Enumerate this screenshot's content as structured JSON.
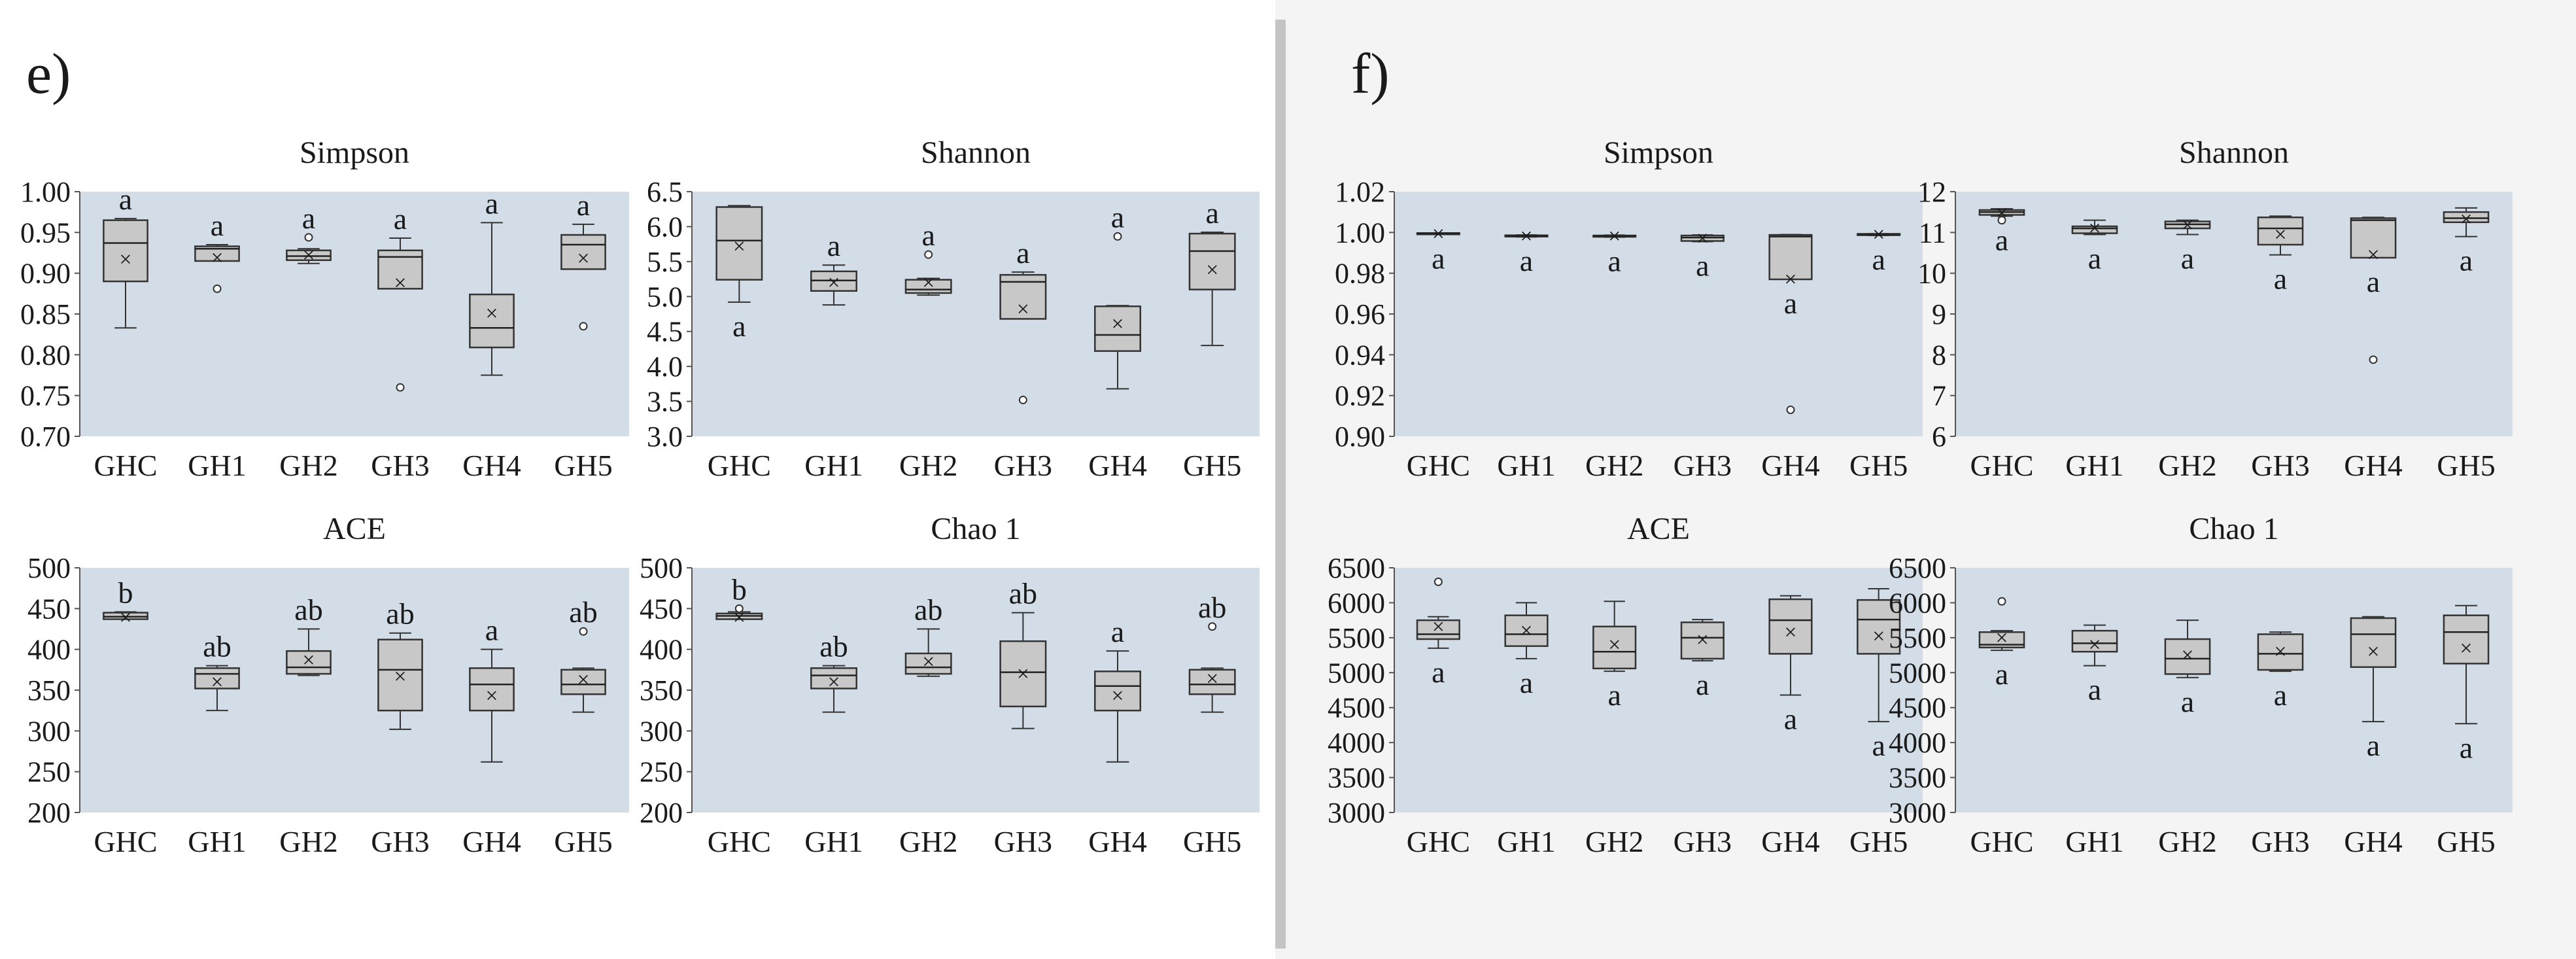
{
  "panels": [
    {
      "label": "e)"
    },
    {
      "label": "f)"
    }
  ],
  "style": {
    "plot_background": "#d3dde7",
    "box_fill": "#c8c8c8",
    "line_color": "#333333"
  },
  "chart_data": [
    {
      "type": "box",
      "panel": "e)",
      "title": "Simpson",
      "categories": [
        "GHC",
        "GH1",
        "GH2",
        "GH3",
        "GH4",
        "GH5"
      ],
      "ylim": [
        0.7,
        1.0
      ],
      "yticks": [
        0.7,
        0.75,
        0.8,
        0.85,
        0.9,
        0.95,
        1.0
      ],
      "decimals": 2,
      "boxes": [
        {
          "min": 0.833,
          "q1": 0.89,
          "median": 0.937,
          "q3": 0.965,
          "max": 0.967,
          "mean": 0.917,
          "outliers": [],
          "letter": "a",
          "letter_pos": "above"
        },
        {
          "min": 0.922,
          "q1": 0.915,
          "median": 0.93,
          "q3": 0.933,
          "max": 0.935,
          "mean": 0.919,
          "outliers": [
            0.881
          ],
          "letter": "a",
          "letter_pos": "above"
        },
        {
          "min": 0.912,
          "q1": 0.916,
          "median": 0.921,
          "q3": 0.928,
          "max": 0.93,
          "mean": 0.922,
          "outliers": [
            0.944
          ],
          "letter": "a",
          "letter_pos": "above"
        },
        {
          "min": 0.881,
          "q1": 0.881,
          "median": 0.92,
          "q3": 0.928,
          "max": 0.943,
          "mean": 0.888,
          "outliers": [
            0.76
          ],
          "letter": "a",
          "letter_pos": "above"
        },
        {
          "min": 0.775,
          "q1": 0.809,
          "median": 0.833,
          "q3": 0.874,
          "max": 0.962,
          "mean": 0.851,
          "outliers": [],
          "letter": "a",
          "letter_pos": "above"
        },
        {
          "min": 0.905,
          "q1": 0.905,
          "median": 0.935,
          "q3": 0.947,
          "max": 0.96,
          "mean": 0.918,
          "outliers": [
            0.835
          ],
          "letter": "a",
          "letter_pos": "above"
        }
      ]
    },
    {
      "type": "box",
      "panel": "e)",
      "title": "Shannon",
      "categories": [
        "GHC",
        "GH1",
        "GH2",
        "GH3",
        "GH4",
        "GH5"
      ],
      "ylim": [
        3.0,
        6.5
      ],
      "yticks": [
        3.0,
        3.5,
        4.0,
        4.5,
        5.0,
        5.5,
        6.0,
        6.5
      ],
      "decimals": 1,
      "boxes": [
        {
          "min": 4.92,
          "q1": 5.24,
          "median": 5.8,
          "q3": 6.28,
          "max": 6.3,
          "mean": 5.72,
          "outliers": [],
          "letter": "a",
          "letter_pos": "below"
        },
        {
          "min": 4.88,
          "q1": 5.08,
          "median": 5.23,
          "q3": 5.36,
          "max": 5.45,
          "mean": 5.2,
          "outliers": [],
          "letter": "a",
          "letter_pos": "above"
        },
        {
          "min": 5.02,
          "q1": 5.05,
          "median": 5.1,
          "q3": 5.24,
          "max": 5.26,
          "mean": 5.2,
          "outliers": [
            5.6
          ],
          "letter": "a",
          "letter_pos": "above"
        },
        {
          "min": 4.68,
          "q1": 4.68,
          "median": 5.21,
          "q3": 5.31,
          "max": 5.35,
          "mean": 4.82,
          "outliers": [
            3.52
          ],
          "letter": "a",
          "letter_pos": "above"
        },
        {
          "min": 3.68,
          "q1": 4.22,
          "median": 4.45,
          "q3": 4.86,
          "max": 4.87,
          "mean": 4.61,
          "outliers": [
            5.86
          ],
          "letter": "a",
          "letter_pos": "above"
        },
        {
          "min": 4.3,
          "q1": 5.1,
          "median": 5.65,
          "q3": 5.9,
          "max": 5.92,
          "mean": 5.38,
          "outliers": [],
          "letter": "a",
          "letter_pos": "above"
        }
      ]
    },
    {
      "type": "box",
      "panel": "e)",
      "title": "ACE",
      "categories": [
        "GHC",
        "GH1",
        "GH2",
        "GH3",
        "GH4",
        "GH5"
      ],
      "ylim": [
        200,
        500
      ],
      "yticks": [
        200,
        250,
        300,
        350,
        400,
        450,
        500
      ],
      "decimals": 0,
      "boxes": [
        {
          "min": 437,
          "q1": 437,
          "median": 440,
          "q3": 445,
          "max": 446,
          "mean": 439,
          "outliers": [],
          "letter": "b",
          "letter_pos": "above"
        },
        {
          "min": 325,
          "q1": 352,
          "median": 370,
          "q3": 377,
          "max": 380,
          "mean": 360,
          "outliers": [],
          "letter": "ab",
          "letter_pos": "above"
        },
        {
          "min": 368,
          "q1": 370,
          "median": 378,
          "q3": 398,
          "max": 425,
          "mean": 387,
          "outliers": [],
          "letter": "ab",
          "letter_pos": "above"
        },
        {
          "min": 302,
          "q1": 325,
          "median": 375,
          "q3": 412,
          "max": 420,
          "mean": 367,
          "outliers": [],
          "letter": "ab",
          "letter_pos": "above"
        },
        {
          "min": 262,
          "q1": 325,
          "median": 357,
          "q3": 377,
          "max": 400,
          "mean": 343,
          "outliers": [],
          "letter": "a",
          "letter_pos": "above"
        },
        {
          "min": 323,
          "q1": 345,
          "median": 357,
          "q3": 375,
          "max": 377,
          "mean": 363,
          "outliers": [
            422
          ],
          "letter": "ab",
          "letter_pos": "above"
        }
      ]
    },
    {
      "type": "box",
      "panel": "e)",
      "title": "Chao 1",
      "categories": [
        "GHC",
        "GH1",
        "GH2",
        "GH3",
        "GH4",
        "GH5"
      ],
      "ylim": [
        200,
        500
      ],
      "yticks": [
        200,
        250,
        300,
        350,
        400,
        450,
        500
      ],
      "decimals": 0,
      "boxes": [
        {
          "min": 437,
          "q1": 437,
          "median": 441,
          "q3": 444,
          "max": 446,
          "mean": 439,
          "outliers": [
            450
          ],
          "letter": "b",
          "letter_pos": "above"
        },
        {
          "min": 323,
          "q1": 352,
          "median": 368,
          "q3": 377,
          "max": 380,
          "mean": 360,
          "outliers": [],
          "letter": "ab",
          "letter_pos": "above"
        },
        {
          "min": 367,
          "q1": 370,
          "median": 378,
          "q3": 395,
          "max": 425,
          "mean": 385,
          "outliers": [],
          "letter": "ab",
          "letter_pos": "above"
        },
        {
          "min": 303,
          "q1": 330,
          "median": 372,
          "q3": 410,
          "max": 445,
          "mean": 370,
          "outliers": [],
          "letter": "ab",
          "letter_pos": "above"
        },
        {
          "min": 262,
          "q1": 325,
          "median": 355,
          "q3": 373,
          "max": 398,
          "mean": 343,
          "outliers": [],
          "letter": "a",
          "letter_pos": "above"
        },
        {
          "min": 323,
          "q1": 345,
          "median": 357,
          "q3": 375,
          "max": 377,
          "mean": 364,
          "outliers": [
            428
          ],
          "letter": "ab",
          "letter_pos": "above"
        }
      ]
    },
    {
      "type": "box",
      "panel": "f)",
      "title": "Simpson",
      "categories": [
        "GHC",
        "GH1",
        "GH2",
        "GH3",
        "GH4",
        "GH5"
      ],
      "ylim": [
        0.9,
        1.02
      ],
      "yticks": [
        0.9,
        0.92,
        0.94,
        0.96,
        0.98,
        1.0,
        1.02
      ],
      "decimals": 2,
      "boxes": [
        {
          "min": 0.999,
          "q1": 0.9993,
          "median": 0.9995,
          "q3": 0.9997,
          "max": 0.9998,
          "mean": 0.9993,
          "outliers": [],
          "letter": "a",
          "letter_pos": "below"
        },
        {
          "min": 0.9978,
          "q1": 0.998,
          "median": 0.9983,
          "q3": 0.9986,
          "max": 0.9988,
          "mean": 0.9982,
          "outliers": [],
          "letter": "a",
          "letter_pos": "below"
        },
        {
          "min": 0.9977,
          "q1": 0.9979,
          "median": 0.9982,
          "q3": 0.9985,
          "max": 0.9987,
          "mean": 0.9982,
          "outliers": [],
          "letter": "a",
          "letter_pos": "below"
        },
        {
          "min": 0.9955,
          "q1": 0.9958,
          "median": 0.9975,
          "q3": 0.9985,
          "max": 0.9988,
          "mean": 0.997,
          "outliers": [],
          "letter": "a",
          "letter_pos": "below"
        },
        {
          "min": 0.977,
          "q1": 0.977,
          "median": 0.998,
          "q3": 0.9988,
          "max": 0.999,
          "mean": 0.977,
          "outliers": [
            0.913
          ],
          "letter": "a",
          "letter_pos": "below"
        },
        {
          "min": 0.9985,
          "q1": 0.9988,
          "median": 0.999,
          "q3": 0.9993,
          "max": 0.9994,
          "mean": 0.999,
          "outliers": [],
          "letter": "a",
          "letter_pos": "below"
        }
      ]
    },
    {
      "type": "box",
      "panel": "f)",
      "title": "Shannon",
      "categories": [
        "GHC",
        "GH1",
        "GH2",
        "GH3",
        "GH4",
        "GH5"
      ],
      "ylim": [
        6,
        12
      ],
      "yticks": [
        6,
        7,
        8,
        9,
        10,
        11,
        12
      ],
      "decimals": 0,
      "boxes": [
        {
          "min": 11.4,
          "q1": 11.43,
          "median": 11.5,
          "q3": 11.55,
          "max": 11.58,
          "mean": 11.48,
          "outliers": [
            11.3
          ],
          "letter": "a",
          "letter_pos": "below"
        },
        {
          "min": 10.95,
          "q1": 10.98,
          "median": 11.1,
          "q3": 11.15,
          "max": 11.3,
          "mean": 11.1,
          "outliers": [],
          "letter": "a",
          "letter_pos": "below"
        },
        {
          "min": 10.95,
          "q1": 11.1,
          "median": 11.2,
          "q3": 11.27,
          "max": 11.3,
          "mean": 11.18,
          "outliers": [],
          "letter": "a",
          "letter_pos": "below"
        },
        {
          "min": 10.45,
          "q1": 10.7,
          "median": 11.1,
          "q3": 11.37,
          "max": 11.4,
          "mean": 10.95,
          "outliers": [],
          "letter": "a",
          "letter_pos": "below"
        },
        {
          "min": 10.38,
          "q1": 10.38,
          "median": 11.3,
          "q3": 11.35,
          "max": 11.37,
          "mean": 10.45,
          "outliers": [
            7.88
          ],
          "letter": "a",
          "letter_pos": "below"
        },
        {
          "min": 10.9,
          "q1": 11.25,
          "median": 11.35,
          "q3": 11.5,
          "max": 11.6,
          "mean": 11.33,
          "outliers": [],
          "letter": "a",
          "letter_pos": "below"
        }
      ]
    },
    {
      "type": "box",
      "panel": "f)",
      "title": "ACE",
      "categories": [
        "GHC",
        "GH1",
        "GH2",
        "GH3",
        "GH4",
        "GH5"
      ],
      "ylim": [
        3000,
        6500
      ],
      "yticks": [
        3000,
        3500,
        4000,
        4500,
        5000,
        5500,
        6000,
        6500
      ],
      "decimals": 0,
      "boxes": [
        {
          "min": 5350,
          "q1": 5480,
          "median": 5550,
          "q3": 5750,
          "max": 5800,
          "mean": 5660,
          "outliers": [
            6300
          ],
          "letter": "a",
          "letter_pos": "below"
        },
        {
          "min": 5200,
          "q1": 5380,
          "median": 5550,
          "q3": 5820,
          "max": 6000,
          "mean": 5600,
          "outliers": [],
          "letter": "a",
          "letter_pos": "below"
        },
        {
          "min": 5020,
          "q1": 5060,
          "median": 5300,
          "q3": 5660,
          "max": 6020,
          "mean": 5400,
          "outliers": [],
          "letter": "a",
          "letter_pos": "below"
        },
        {
          "min": 5170,
          "q1": 5200,
          "median": 5500,
          "q3": 5720,
          "max": 5760,
          "mean": 5470,
          "outliers": [],
          "letter": "a",
          "letter_pos": "below"
        },
        {
          "min": 4680,
          "q1": 5270,
          "median": 5750,
          "q3": 6050,
          "max": 6100,
          "mean": 5580,
          "outliers": [],
          "letter": "a",
          "letter_pos": "below"
        },
        {
          "min": 4300,
          "q1": 5270,
          "median": 5760,
          "q3": 6040,
          "max": 6200,
          "mean": 5520,
          "outliers": [],
          "letter": "a",
          "letter_pos": "below"
        }
      ]
    },
    {
      "type": "box",
      "panel": "f)",
      "title": "Chao 1",
      "categories": [
        "GHC",
        "GH1",
        "GH2",
        "GH3",
        "GH4",
        "GH5"
      ],
      "ylim": [
        3000,
        6500
      ],
      "yticks": [
        3000,
        3500,
        4000,
        4500,
        5000,
        5500,
        6000,
        6500
      ],
      "decimals": 0,
      "boxes": [
        {
          "min": 5320,
          "q1": 5360,
          "median": 5400,
          "q3": 5580,
          "max": 5600,
          "mean": 5500,
          "outliers": [
            6020
          ],
          "letter": "a",
          "letter_pos": "below"
        },
        {
          "min": 5100,
          "q1": 5300,
          "median": 5420,
          "q3": 5600,
          "max": 5680,
          "mean": 5400,
          "outliers": [],
          "letter": "a",
          "letter_pos": "below"
        },
        {
          "min": 4930,
          "q1": 4980,
          "median": 5200,
          "q3": 5480,
          "max": 5750,
          "mean": 5250,
          "outliers": [],
          "letter": "a",
          "letter_pos": "below"
        },
        {
          "min": 5020,
          "q1": 5040,
          "median": 5270,
          "q3": 5550,
          "max": 5580,
          "mean": 5300,
          "outliers": [],
          "letter": "a",
          "letter_pos": "below"
        },
        {
          "min": 4300,
          "q1": 5080,
          "median": 5550,
          "q3": 5780,
          "max": 5800,
          "mean": 5300,
          "outliers": [],
          "letter": "a",
          "letter_pos": "below"
        },
        {
          "min": 4270,
          "q1": 5130,
          "median": 5580,
          "q3": 5820,
          "max": 5960,
          "mean": 5350,
          "outliers": [],
          "letter": "a",
          "letter_pos": "below"
        }
      ]
    }
  ]
}
